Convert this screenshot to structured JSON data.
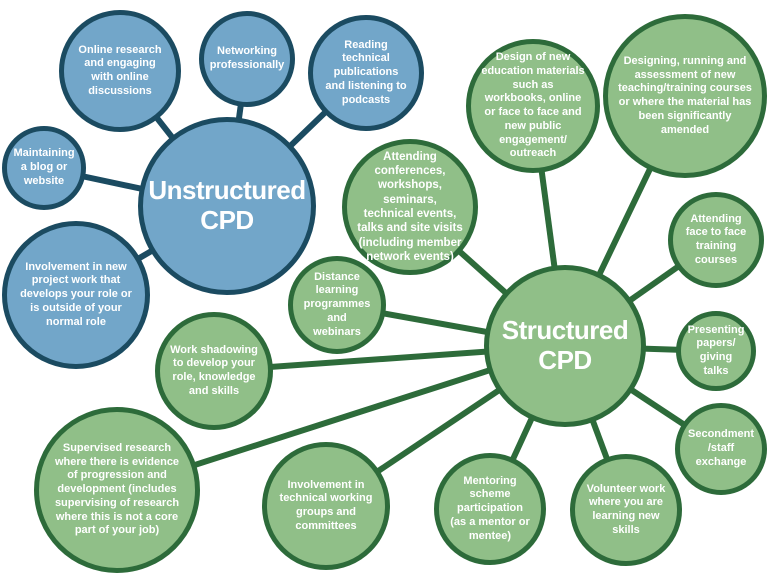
{
  "diagram": {
    "type": "mind-map",
    "colors": {
      "blue_fill": "#72a6c9",
      "blue_border": "#1b4b61",
      "green_fill": "#90bf88",
      "green_border": "#2d6b3a",
      "text": "#ffffff",
      "background": "#ffffff"
    },
    "hubs": {
      "unstructured": "Unstructured CPD",
      "structured": "Structured CPD"
    },
    "nodes": {
      "online_research": "Online research and engaging with online discussions",
      "networking": "Networking professionally",
      "reading": "Reading technical publications and listening to podcasts",
      "blog": "Maintaining a blog or website",
      "project_work": "Involvement in new project work that develops your role or is outside of your normal role",
      "design_education": "Design of new education materials such as workbooks, online or face to face and new public engagement/ outreach",
      "designing_running": "Designing, running and assessment of new teaching/training courses or where the material has been significantly amended",
      "conferences": "Attending conferences, workshops, seminars, technical events, talks and site visits (including member network events)",
      "face_to_face": "Attending face to face training courses",
      "distance_learning": "Distance learning programmes and webinars",
      "work_shadowing": "Work shadowing to develop your role, knowledge and skills",
      "presenting": "Presenting papers/ giving talks",
      "secondment": "Secondment /staff exchange",
      "supervised_research": "Supervised research where there is evidence of progression and development (includes supervising of research where this is not a core part of your job)",
      "technical_groups": "Involvement in technical working groups and committees",
      "mentoring": "Mentoring scheme participation (as a mentor or mentee)",
      "volunteer": "Volunteer work where you are learning new skills"
    }
  }
}
